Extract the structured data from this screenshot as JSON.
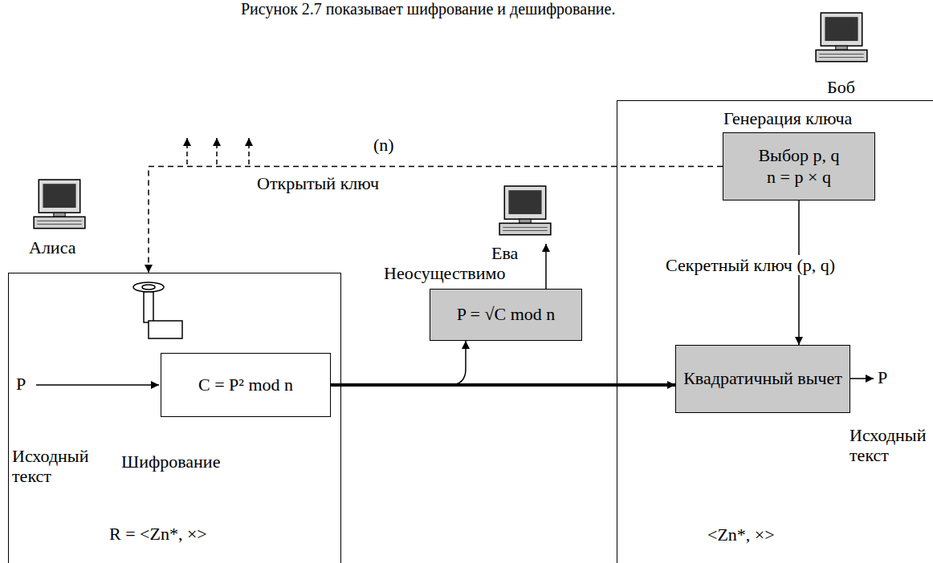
{
  "diagram": {
    "nodes": [
      {
        "text": [
          "Шифрование",
          "R = <Zn*, ×>"
        ]
      },
      {
        "text": [
          "C = P² mod n"
        ],
        "in": 0
      },
      {
        "text": [
          "<Zn*, ×>"
        ]
      },
      {
        "text": [
          "Генерация ключа",
          "Выбор p, q",
          "n = p × q"
        ],
        "in": 2
      },
      {
        "text": [
          "Квадратичный вычет"
        ],
        "in": 2
      },
      {
        "text": [
          "P = √C mod n"
        ]
      }
    ],
    "edges": [
      {
        "from": 3,
        "to": 0,
        "arrow": "to",
        "label": "(n)"
      },
      {
        "from": 3,
        "to": 4,
        "arrow": "to",
        "label": "Секретный ключ (p, q)"
      },
      {
        "from": 1,
        "to": 4,
        "arrow": "to"
      },
      {
        "from": 1,
        "to": 5,
        "arrow": "to"
      }
    ],
    "labels": [
      "Рисунок 2.7 показывает шифрование и дешифрование.",
      "Боб",
      "Алиса",
      "Ева",
      "Открытый ключ",
      "Неосуществимо",
      "P",
      "Исходный текст",
      "P",
      "Исходный текст"
    ]
  }
}
